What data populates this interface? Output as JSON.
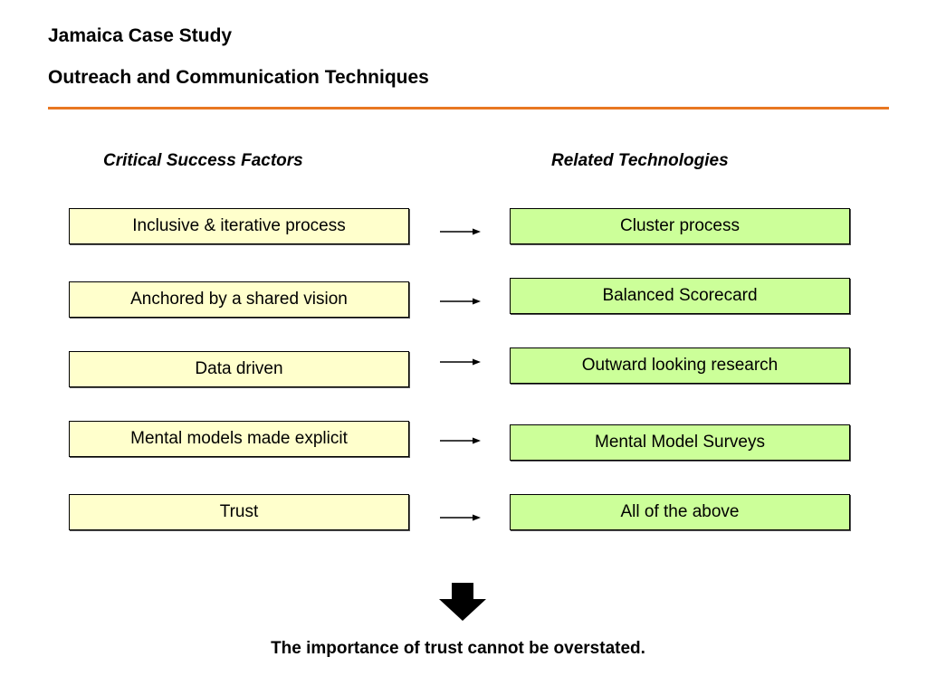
{
  "header": {
    "title": "Jamaica Case Study",
    "subtitle": "Outreach and Communication Techniques",
    "accent_color": "#e87722"
  },
  "columns": {
    "left_heading": "Critical Success Factors",
    "right_heading": "Related Technologies"
  },
  "rows": [
    {
      "factor": "Inclusive & iterative process",
      "technology": "Cluster process"
    },
    {
      "factor": "Anchored by a shared vision",
      "technology": "Balanced Scorecard"
    },
    {
      "factor": "Data driven",
      "technology": "Outward looking research"
    },
    {
      "factor": "Mental models made explicit",
      "technology": "Mental Model Surveys"
    },
    {
      "factor": "Trust",
      "technology": "All of the above"
    }
  ],
  "colors": {
    "factor_fill": "#ffffcc",
    "technology_fill": "#ccff99"
  },
  "conclusion": "The importance of trust cannot be overstated."
}
